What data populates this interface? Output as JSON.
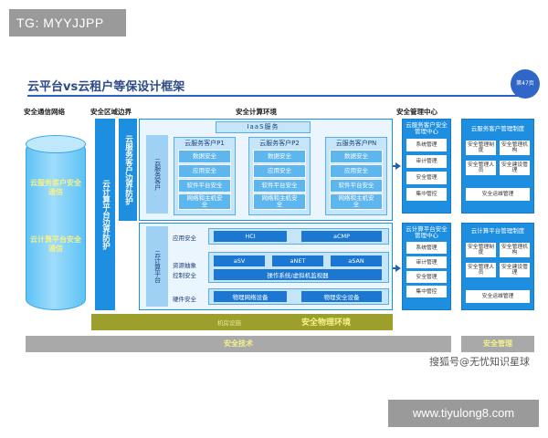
{
  "tag_text": "TG: MYYJJPP",
  "title": "云平台vs云租户等保设计框架",
  "page_badge": "第47页",
  "headers": {
    "network": "安全通信网络",
    "region": "安全区域边界",
    "compute": "安全计算环境",
    "mgmt_center": "安全管理中心"
  },
  "cylinder": {
    "text_top": "云服务客户安全通信",
    "text_bottom": "云计算平台安全通信"
  },
  "boundary": {
    "tenant": "云服务客户边界防护",
    "platform": "云计算平台边界防护"
  },
  "tenant": {
    "side_label": "云服务客户",
    "iaas": "IaaS服务",
    "clients": [
      {
        "title": "云服务客户P1",
        "items": [
          "数据安全",
          "应用安全",
          "软件平台安全",
          "网络和主机安全"
        ]
      },
      {
        "title": "云服务客户P2",
        "items": [
          "数据安全",
          "应用安全",
          "软件平台安全",
          "网络和主机安全"
        ]
      },
      {
        "title": "云服务客户PN",
        "items": [
          "数据安全",
          "应用安全",
          "软件平台安全",
          "网络和主机安全"
        ]
      }
    ]
  },
  "platform": {
    "side_label": "云计算平台",
    "rows": {
      "app_label": "应用安全",
      "app_items": [
        "HCI",
        "aCMP"
      ],
      "res_label": "资源抽象",
      "ctrl_label": "控制安全",
      "res_items": [
        "aSV",
        "aNET",
        "aSAN"
      ],
      "os_item": "操作系统/虚拟机监视器",
      "hw_label": "硬件安全",
      "hw_items": [
        "物理网络设备",
        "物理安全设备"
      ]
    }
  },
  "mgmt_center": {
    "top": {
      "title": "云服务客户安全管理中心",
      "items": [
        "系统管理",
        "审计管理",
        "安全管理",
        "集中管控"
      ]
    },
    "bottom": {
      "title": "云计算平台安全管理中心",
      "items": [
        "系统管理",
        "审计管理",
        "安全管理",
        "集中管控"
      ]
    }
  },
  "mgmt_system": {
    "top": {
      "title": "云服务客户管理制度",
      "items": [
        "安全管理制度",
        "安全管理机构",
        "安全管理人员",
        "安全建设管理"
      ],
      "footer": "安全运维管理"
    },
    "bottom": {
      "title": "云计算平台管理制度",
      "items": [
        "安全管理制度",
        "安全管理机构",
        "安全管理人员",
        "安全建设管理"
      ],
      "footer": "安全运维管理"
    }
  },
  "bottom": {
    "machine_room": "机房设施",
    "physical_env": "安全物理环境",
    "tech": "安全技术",
    "mgmt": "安全管理"
  },
  "watermark": "搜狐号@无忧知识星球",
  "url": "www.tiyulong8.com",
  "colors": {
    "accent": "#1e8fe0",
    "dark": "#1b77d2",
    "olive": "#9c9f2b",
    "gray": "#a9a9a9"
  }
}
